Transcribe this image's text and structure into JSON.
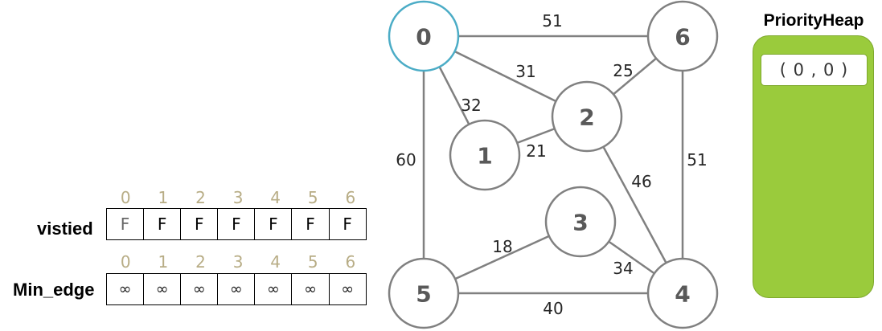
{
  "graph": {
    "nodes": [
      {
        "id": "0",
        "label": "0",
        "highlighted": true
      },
      {
        "id": "1",
        "label": "1",
        "highlighted": false
      },
      {
        "id": "2",
        "label": "2",
        "highlighted": false
      },
      {
        "id": "3",
        "label": "3",
        "highlighted": false
      },
      {
        "id": "4",
        "label": "4",
        "highlighted": false
      },
      {
        "id": "5",
        "label": "5",
        "highlighted": false
      },
      {
        "id": "6",
        "label": "6",
        "highlighted": false
      }
    ],
    "edges": [
      {
        "from": "0",
        "to": "6",
        "weight": "51"
      },
      {
        "from": "0",
        "to": "2",
        "weight": "31"
      },
      {
        "from": "0",
        "to": "1",
        "weight": "32"
      },
      {
        "from": "0",
        "to": "5",
        "weight": "60"
      },
      {
        "from": "6",
        "to": "2",
        "weight": "25"
      },
      {
        "from": "6",
        "to": "4",
        "weight": "51"
      },
      {
        "from": "1",
        "to": "2",
        "weight": "21"
      },
      {
        "from": "2",
        "to": "4",
        "weight": "46"
      },
      {
        "from": "3",
        "to": "5",
        "weight": "18"
      },
      {
        "from": "3",
        "to": "4",
        "weight": "34"
      },
      {
        "from": "5",
        "to": "4",
        "weight": "40"
      }
    ],
    "colors": {
      "node_stroke": "#808080",
      "node_highlight_stroke": "#4bacc6",
      "edge": "#808080",
      "node_text": "#595959",
      "weight_text": "#262626"
    }
  },
  "visited": {
    "label": "vistied",
    "indices": [
      "0",
      "1",
      "2",
      "3",
      "4",
      "5",
      "6"
    ],
    "values": [
      "F",
      "F",
      "F",
      "F",
      "F",
      "F",
      "F"
    ]
  },
  "min_edge": {
    "label": "Min_edge",
    "indices": [
      "0",
      "1",
      "2",
      "3",
      "4",
      "5",
      "6"
    ],
    "values": [
      "∞",
      "∞",
      "∞",
      "∞",
      "∞",
      "∞",
      "∞"
    ]
  },
  "priority_heap": {
    "title": "PriorityHeap",
    "items": [
      "( 0 , 0 )"
    ],
    "color": "#9acb3c"
  }
}
